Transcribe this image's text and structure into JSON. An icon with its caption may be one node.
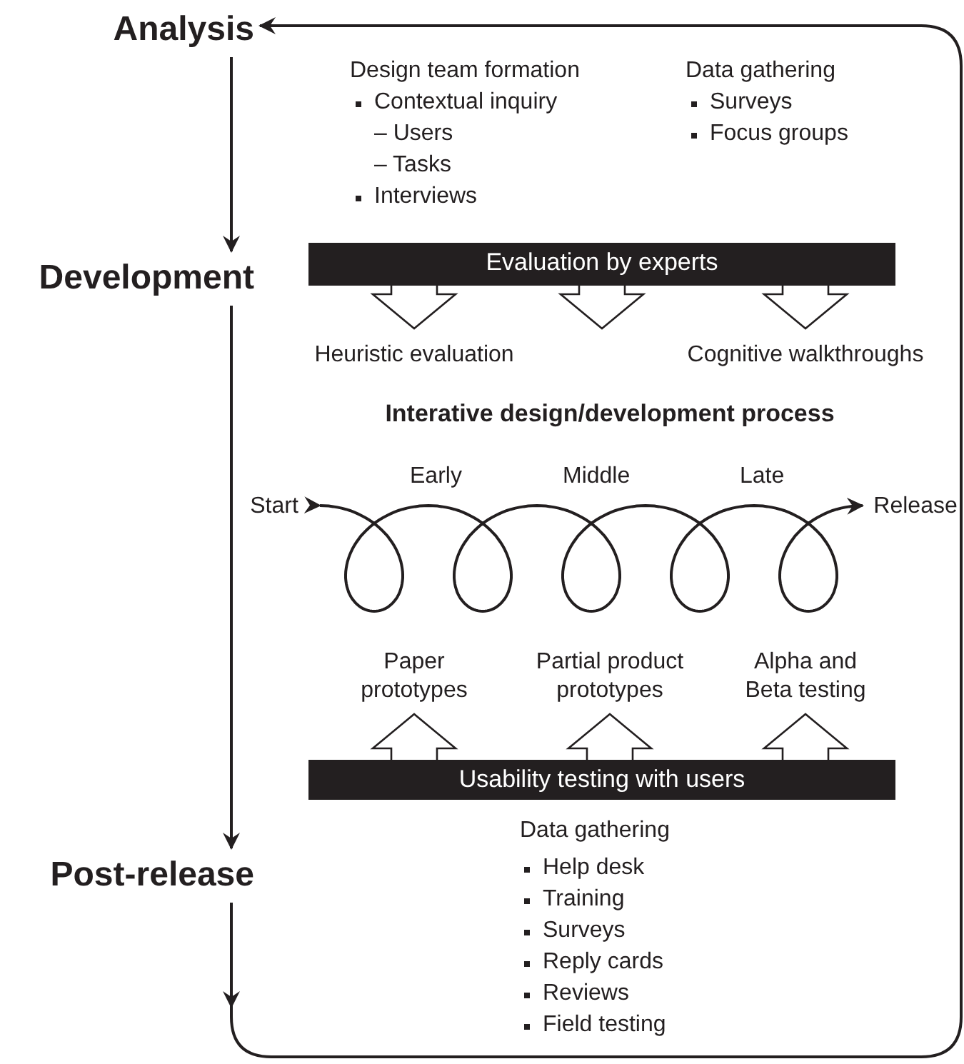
{
  "diagram": {
    "nodes": [
      {
        "text": [
          "Analysis"
        ]
      },
      {
        "text": [
          "Development"
        ]
      },
      {
        "text": [
          "Post-release"
        ]
      },
      {
        "text": [
          "Evaluation by experts"
        ]
      },
      {
        "text": [
          "Heuristic evaluation"
        ]
      },
      {
        "text": [
          "Cognitive walkthroughs"
        ]
      },
      {
        "text": [
          "Start"
        ]
      },
      {
        "text": [
          "Release"
        ]
      },
      {
        "text": [
          "Usability testing with users"
        ]
      },
      {
        "text": [
          "Paper prototypes"
        ]
      },
      {
        "text": [
          "Partial product prototypes"
        ]
      },
      {
        "text": [
          "Alpha and Beta testing"
        ]
      }
    ],
    "edges": [
      {
        "from": 0,
        "to": 1,
        "arrow": "to"
      },
      {
        "from": 1,
        "to": 2,
        "arrow": "to"
      },
      {
        "from": 2,
        "to": 0,
        "arrow": "to"
      },
      {
        "from": 6,
        "to": 7,
        "arrow": "to"
      },
      {
        "from": 3,
        "to": 4,
        "arrow": "to"
      },
      {
        "from": 3,
        "to": null,
        "arrow": "to"
      },
      {
        "from": 3,
        "to": 5,
        "arrow": "to"
      },
      {
        "from": 8,
        "to": 9,
        "arrow": "to"
      },
      {
        "from": 8,
        "to": 10,
        "arrow": "to"
      },
      {
        "from": 8,
        "to": 11,
        "arrow": "to"
      }
    ],
    "labels": [
      "Design team formation",
      "Contextual inquiry",
      "– Users",
      "– Tasks",
      "Interviews",
      "Data gathering",
      "Surveys",
      "Focus groups",
      "Interative design/development process",
      "Early",
      "Middle",
      "Late",
      "Data gathering",
      "Help desk",
      "Training",
      "Surveys",
      "Reply cards",
      "Reviews",
      "Field testing"
    ]
  }
}
